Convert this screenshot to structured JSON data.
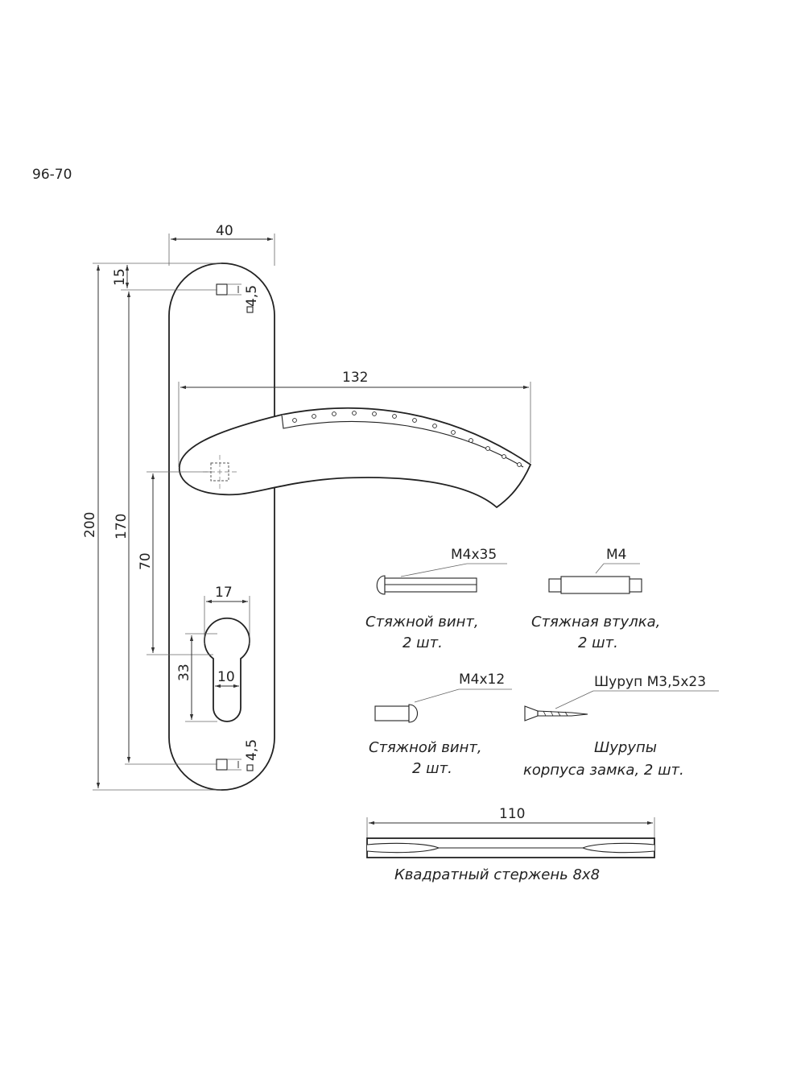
{
  "model": "96-70",
  "dimensions": {
    "plate_width": "40",
    "top_offset": "15",
    "hole_top": "4,5",
    "total_height": "200",
    "holes_distance": "170",
    "handle_length": "132",
    "axis_distance": "70",
    "cyl_width": "17",
    "cyl_height": "33",
    "cyl_slot": "10",
    "hole_bottom": "4,5",
    "rod_length": "110"
  },
  "parts": {
    "screw_long": {
      "spec": "M4x35",
      "caption_line1": "Стяжной винт,",
      "caption_line2": "2 шт."
    },
    "bushing": {
      "spec": "M4",
      "caption_line1": "Стяжная втулка,",
      "caption_line2": "2 шт."
    },
    "screw_short": {
      "spec": "M4x12",
      "caption_line1": "Стяжной винт,",
      "caption_line2": "2 шт."
    },
    "wood_screw": {
      "spec": "Шуруп М3,5x23",
      "caption_line1": "Шурупы",
      "caption_line2": "корпуса замка, 2 шт."
    },
    "rod": {
      "caption": "Квадратный стержень 8x8"
    }
  }
}
